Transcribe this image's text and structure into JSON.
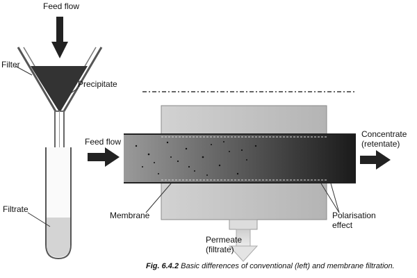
{
  "left_labels": {
    "feed_flow": "Feed flow",
    "filter": "Filter",
    "precipitate": "Precipitate",
    "filtrate": "Filtrate"
  },
  "right_labels": {
    "feed_flow": "Feed flow",
    "concentrate": "Concentrate",
    "retentate": "(retentate)",
    "membrane": "Membrane",
    "polarisation": "Polarisation",
    "effect": "effect",
    "permeate": "Permeate",
    "filtrate": "(filtrate)"
  },
  "caption": {
    "fig": "Fig. 6.4.2",
    "text": "Basic differences of conventional (left) and membrane filtration."
  }
}
